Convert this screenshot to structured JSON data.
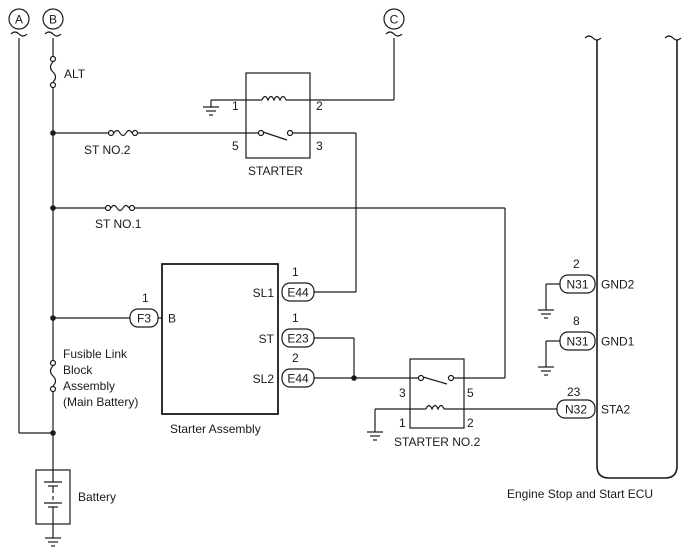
{
  "connectors_top": {
    "a": "A",
    "b": "B",
    "c": "C"
  },
  "fuses": {
    "alt": "ALT",
    "st_no2": "ST NO.2",
    "st_no1": "ST NO.1"
  },
  "fusible_link": [
    "Fusible Link",
    "Block",
    "Assembly",
    "(Main Battery)"
  ],
  "battery": "Battery",
  "starter_relay": {
    "label": "STARTER",
    "pin1": "1",
    "pin2": "2",
    "pin3": "3",
    "pin5": "5"
  },
  "starter_no2_relay": {
    "label": "STARTER NO.2",
    "pin1": "1",
    "pin2": "2",
    "pin3": "3",
    "pin5": "5"
  },
  "starter_assembly": {
    "label": "Starter Assembly",
    "terminal_b": "B",
    "terminal_sl1": "SL1",
    "terminal_st": "ST",
    "terminal_sl2": "SL2",
    "conn_f3": "F3",
    "conn_f3_pin": "1",
    "conn_e44_sl1": "E44",
    "conn_e44_sl1_pin": "1",
    "conn_e23": "E23",
    "conn_e23_pin": "1",
    "conn_e44_sl2": "E44",
    "conn_e44_sl2_pin": "2"
  },
  "ecu": {
    "label": "Engine Stop and Start ECU",
    "gnd2": {
      "conn": "N31",
      "pin": "2",
      "name": "GND2"
    },
    "gnd1": {
      "conn": "N31",
      "pin": "8",
      "name": "GND1"
    },
    "sta2": {
      "conn": "N32",
      "pin": "23",
      "name": "STA2"
    }
  }
}
